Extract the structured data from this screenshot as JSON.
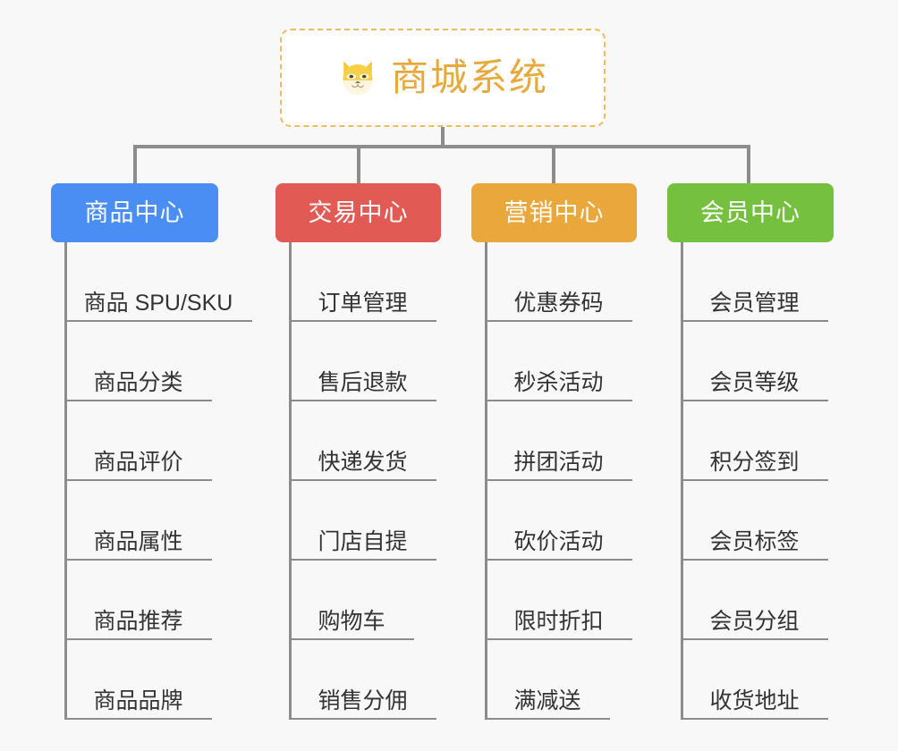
{
  "root": {
    "title": "商城系统",
    "icon": "shiba-dog-face-icon",
    "border_color": "#f0bc5e",
    "title_color": "#e8a93c",
    "background": "#ffffff"
  },
  "canvas": {
    "background": "#f8f8f8",
    "connector_color": "#8c8c8c"
  },
  "columns": [
    {
      "id": "product-center",
      "label": "商品中心",
      "color": "#4a8ef3",
      "items": [
        "商品 SPU/SKU",
        "商品分类",
        "商品评价",
        "商品属性",
        "商品推荐",
        "商品品牌"
      ]
    },
    {
      "id": "trade-center",
      "label": "交易中心",
      "color": "#e25a54",
      "items": [
        "订单管理",
        "售后退款",
        "快递发货",
        "门店自提",
        "购物车",
        "销售分佣"
      ]
    },
    {
      "id": "marketing-center",
      "label": "营销中心",
      "color": "#eaa83c",
      "items": [
        "优惠券码",
        "秒杀活动",
        "拼团活动",
        "砍价活动",
        "限时折扣",
        "满减送"
      ]
    },
    {
      "id": "member-center",
      "label": "会员中心",
      "color": "#76c040",
      "items": [
        "会员管理",
        "会员等级",
        "积分签到",
        "会员标签",
        "会员分组",
        "收货地址"
      ]
    }
  ]
}
